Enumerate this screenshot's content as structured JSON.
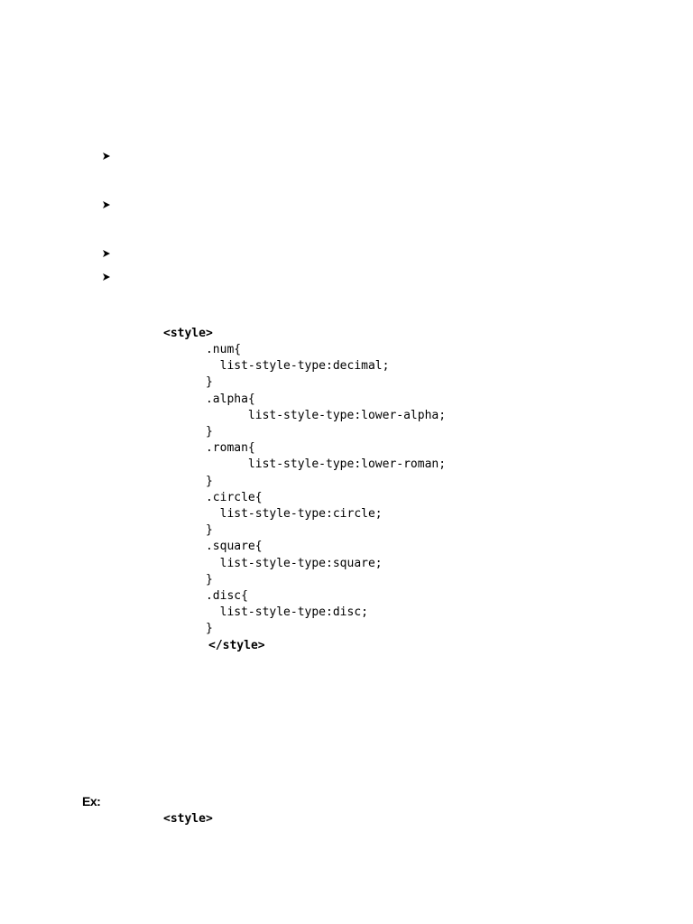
{
  "bullets": [
    {
      "text": ""
    },
    {
      "text": ""
    },
    {
      "text": ""
    },
    {
      "text": ""
    }
  ],
  "code_block_1": {
    "open_tag": "<style>",
    "lines": [
      "      .num{",
      "        list-style-type:decimal;",
      "      }",
      "      .alpha{",
      "            list-style-type:lower-alpha;",
      "      }",
      "      .roman{",
      "            list-style-type:lower-roman;",
      "      }",
      "      .circle{",
      "        list-style-type:circle;",
      "      }",
      "      .square{",
      "        list-style-type:square;",
      "      }",
      "      .disc{",
      "        list-style-type:disc;",
      "      }"
    ],
    "close_tag": "</style>"
  },
  "example": {
    "label": "Ex:",
    "open_tag": "<style>"
  }
}
